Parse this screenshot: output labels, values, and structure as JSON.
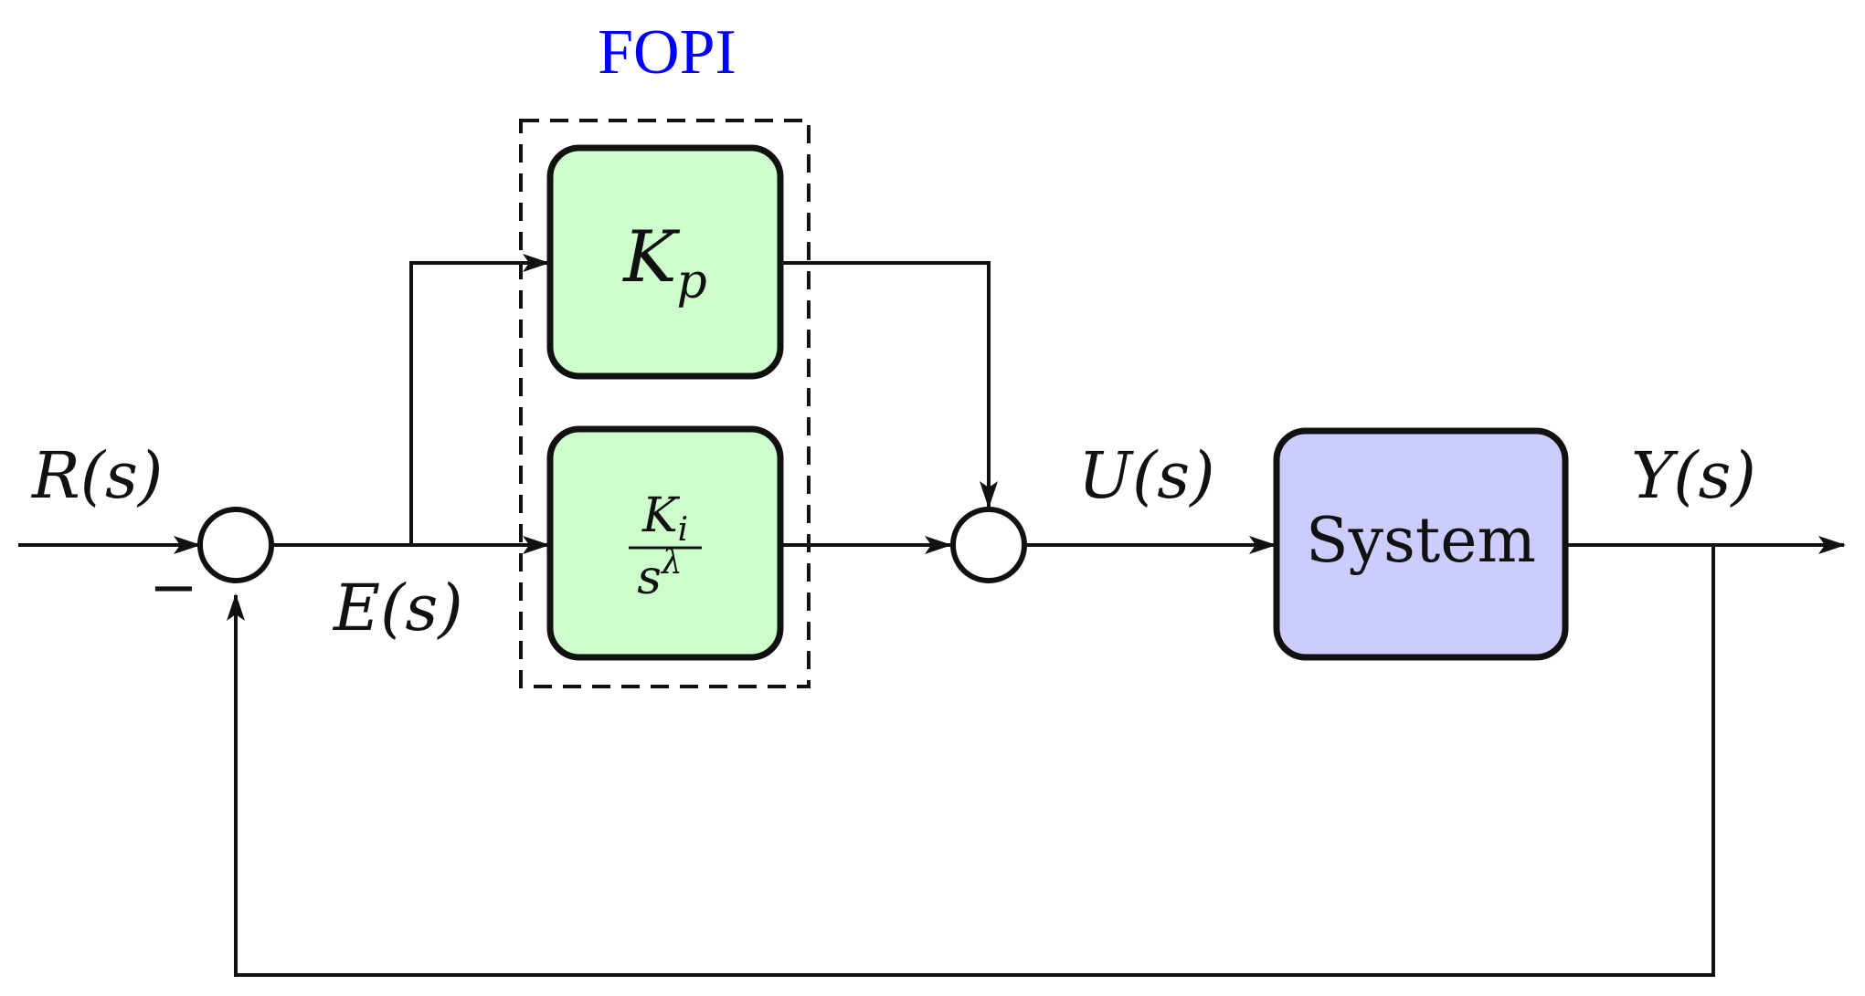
{
  "title": "FOPI",
  "colors": {
    "title": "#0000ff",
    "controller_block_fill": "#ccffcc",
    "system_block_fill": "#ccccff",
    "stroke": "#111111"
  },
  "blocks": {
    "kp": {
      "base": "K",
      "subscript": "p"
    },
    "ki": {
      "numerator_base": "K",
      "numerator_subscript": "i",
      "denominator_base": "s",
      "denominator_superscript": "λ"
    },
    "system": {
      "label": "System"
    }
  },
  "signals": {
    "reference": "R(s)",
    "error": "E(s)",
    "control": "U(s)",
    "output": "Y(s)",
    "feedback_sign": "−"
  }
}
